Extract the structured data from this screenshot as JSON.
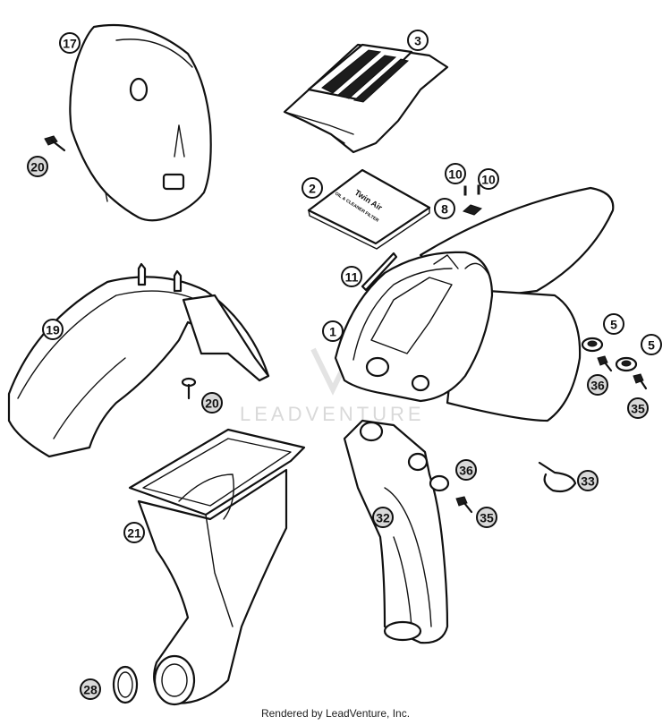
{
  "diagram": {
    "callouts": [
      {
        "label": "17",
        "fill": "#ffffff"
      },
      {
        "label": "3",
        "fill": "#ffffff"
      },
      {
        "label": "20",
        "fill": "#d9d9d9"
      },
      {
        "label": "2",
        "fill": "#ffffff"
      },
      {
        "label": "10",
        "fill": "#ffffff"
      },
      {
        "label": "10",
        "fill": "#ffffff"
      },
      {
        "label": "8",
        "fill": "#ffffff"
      },
      {
        "label": "11",
        "fill": "#ffffff"
      },
      {
        "label": "19",
        "fill": "#ffffff"
      },
      {
        "label": "1",
        "fill": "#ffffff"
      },
      {
        "label": "5",
        "fill": "#ffffff"
      },
      {
        "label": "5",
        "fill": "#ffffff"
      },
      {
        "label": "36",
        "fill": "#d9d9d9"
      },
      {
        "label": "35",
        "fill": "#d9d9d9"
      },
      {
        "label": "20",
        "fill": "#d9d9d9"
      },
      {
        "label": "36",
        "fill": "#d9d9d9"
      },
      {
        "label": "33",
        "fill": "#d9d9d9"
      },
      {
        "label": "21",
        "fill": "#ffffff"
      },
      {
        "label": "32",
        "fill": "#d9d9d9"
      },
      {
        "label": "35",
        "fill": "#d9d9d9"
      },
      {
        "label": "28",
        "fill": "#d9d9d9"
      }
    ],
    "decal_text": {
      "line1": "Twin Air",
      "line2": "OIL & CLEANER FILTER"
    },
    "watermark": "LEADVENTURE"
  },
  "footer": {
    "text": "Rendered by LeadVenture, Inc."
  }
}
